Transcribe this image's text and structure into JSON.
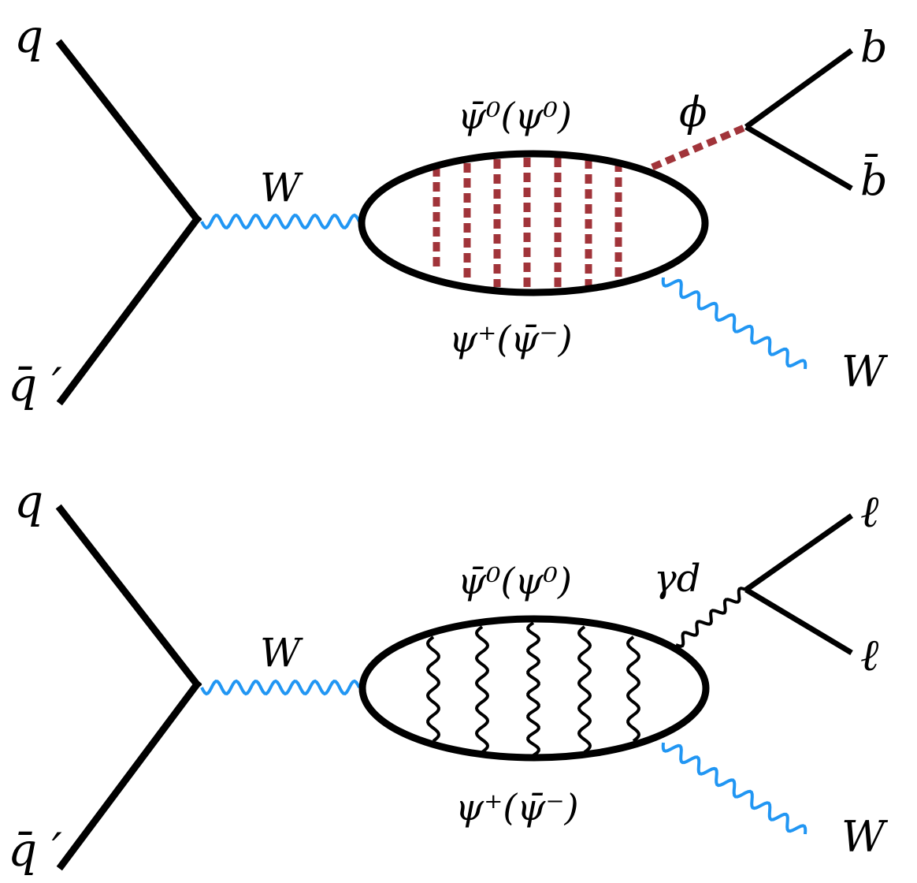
{
  "colors": {
    "fermion": "#000000",
    "w_boson": "#2196f3",
    "scalar": "#a1343a",
    "dark_photon": "#000000"
  },
  "diagrams": [
    {
      "labels": {
        "q": "q",
        "qbar": "q̄ ′",
        "w_in": "W",
        "top": "ψ̄⁰(ψ⁰)",
        "bottom": "ψ⁺(ψ̄⁻)",
        "mediator": "ϕ",
        "out1": "b",
        "out2": "b̄",
        "w_out": "W"
      },
      "ladder_style": "dashed"
    },
    {
      "labels": {
        "q": "q",
        "qbar": "q̄ ′",
        "w_in": "W",
        "top": "ψ̄⁰(ψ⁰)",
        "bottom": "ψ⁺(ψ̄⁻)",
        "mediator": "γd",
        "out1": "ℓ",
        "out2": "ℓ",
        "w_out": "W"
      },
      "ladder_style": "wavy"
    }
  ]
}
